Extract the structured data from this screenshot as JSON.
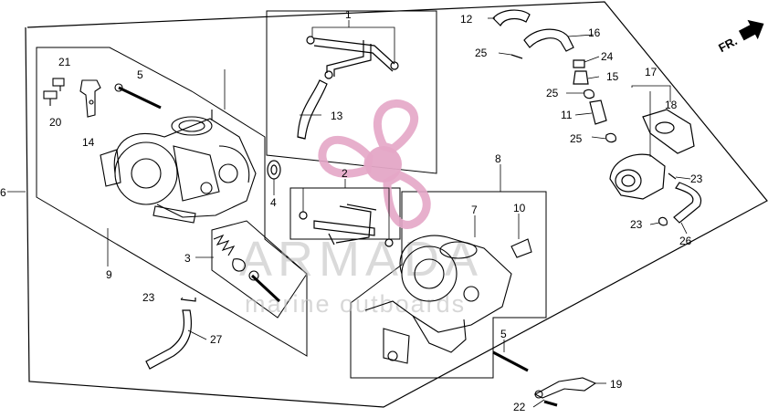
{
  "diagram": {
    "callouts": [
      {
        "id": "c1",
        "label": "1"
      },
      {
        "id": "c2",
        "label": "2"
      },
      {
        "id": "c3",
        "label": "3"
      },
      {
        "id": "c4",
        "label": "4"
      },
      {
        "id": "c5a",
        "label": "5"
      },
      {
        "id": "c5b",
        "label": "5"
      },
      {
        "id": "c6",
        "label": "6"
      },
      {
        "id": "c7",
        "label": "7"
      },
      {
        "id": "c8",
        "label": "8"
      },
      {
        "id": "c9",
        "label": "9"
      },
      {
        "id": "c10",
        "label": "10"
      },
      {
        "id": "c11",
        "label": "11"
      },
      {
        "id": "c12",
        "label": "12"
      },
      {
        "id": "c13",
        "label": "13"
      },
      {
        "id": "c14",
        "label": "14"
      },
      {
        "id": "c15",
        "label": "15"
      },
      {
        "id": "c16",
        "label": "16"
      },
      {
        "id": "c17",
        "label": "17"
      },
      {
        "id": "c18",
        "label": "18"
      },
      {
        "id": "c19",
        "label": "19"
      },
      {
        "id": "c20",
        "label": "20"
      },
      {
        "id": "c21",
        "label": "21"
      },
      {
        "id": "c22",
        "label": "22"
      },
      {
        "id": "c23a",
        "label": "23"
      },
      {
        "id": "c23b",
        "label": "23"
      },
      {
        "id": "c23c",
        "label": "23"
      },
      {
        "id": "c24",
        "label": "24"
      },
      {
        "id": "c25a",
        "label": "25"
      },
      {
        "id": "c25b",
        "label": "25"
      },
      {
        "id": "c25c",
        "label": "25"
      },
      {
        "id": "c26",
        "label": "26"
      },
      {
        "id": "c27",
        "label": "27"
      }
    ],
    "front_indicator": "FR.",
    "watermark": {
      "brand": "ARMADA",
      "tagline": "marine outboards",
      "color": "#e4a6c6"
    }
  }
}
